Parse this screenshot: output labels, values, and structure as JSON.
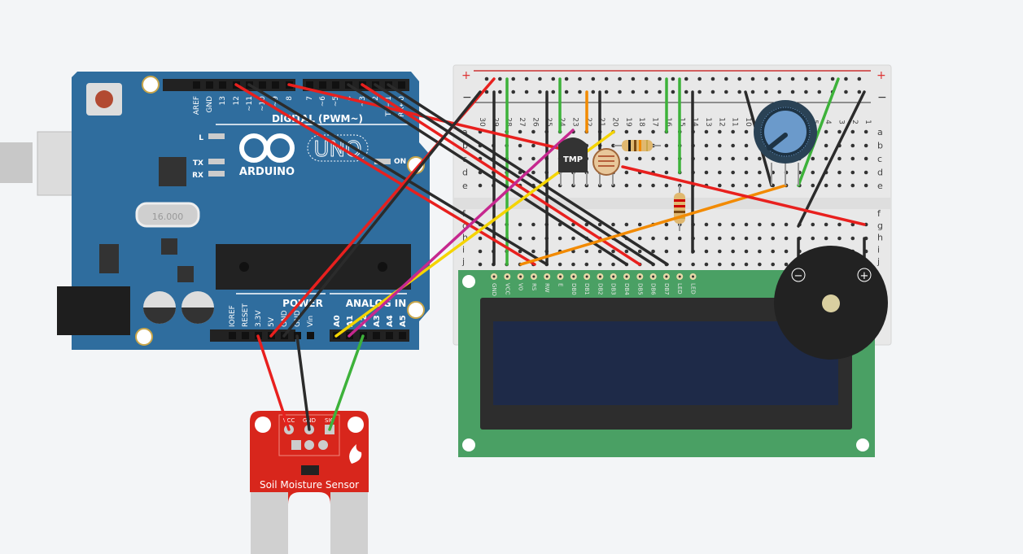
{
  "arduino": {
    "logo_text": "ARDUINO",
    "model": "UNO",
    "digital_header": "DIGITAL (PWM~)",
    "digital_pins": [
      "AREF",
      "GND",
      "13",
      "12",
      "~11",
      "~10",
      "~9",
      "8",
      "7",
      "~6",
      "~5",
      "4",
      "~3",
      "2",
      "TX→1",
      "RX←0"
    ],
    "power_header": "POWER",
    "power_pins": [
      "IOREF",
      "RESET",
      "3.3V",
      "5V",
      "GND",
      "GND",
      "Vin"
    ],
    "analog_header": "ANALOG IN",
    "analog_pins": [
      "A0",
      "A1",
      "A2",
      "A3",
      "A4",
      "A5"
    ],
    "leds": [
      "L",
      "TX",
      "RX"
    ],
    "on_label": "ON",
    "crystal": "16.000"
  },
  "breadboard": {
    "plus": "+",
    "minus": "−",
    "columns": [
      "30",
      "29",
      "28",
      "27",
      "26",
      "25",
      "24",
      "23",
      "22",
      "21",
      "20",
      "19",
      "18",
      "17",
      "16",
      "15",
      "14",
      "13",
      "12",
      "11",
      "10",
      "9",
      "8",
      "7",
      "6",
      "5",
      "4",
      "3",
      "2",
      "1"
    ],
    "rows_top": [
      "a",
      "b",
      "c",
      "d",
      "e"
    ],
    "rows_bottom": [
      "f",
      "g",
      "h",
      "i",
      "j"
    ]
  },
  "tmp_sensor": {
    "label": "TMP"
  },
  "lcd": {
    "pins": [
      "GND",
      "VCC",
      "V0",
      "RS",
      "RW",
      "E",
      "DB0",
      "DB1",
      "DB2",
      "DB3",
      "DB4",
      "DB5",
      "DB6",
      "DB7",
      "LED",
      "LED"
    ]
  },
  "buzzer": {
    "minus": "−",
    "plus": "+"
  },
  "soil_sensor": {
    "title": "Soil Moisture Sensor",
    "pins": [
      "VCC",
      "GND",
      "SIG"
    ]
  },
  "colors": {
    "board": "#2f6d9e",
    "lcd_pcb": "#4aa064",
    "sensor": "#d8261c",
    "red": "#e8201e",
    "black": "#2b2b2b",
    "green": "#3db23a",
    "yellow": "#f5d400",
    "magenta": "#c6288f",
    "orange": "#f28a00"
  }
}
